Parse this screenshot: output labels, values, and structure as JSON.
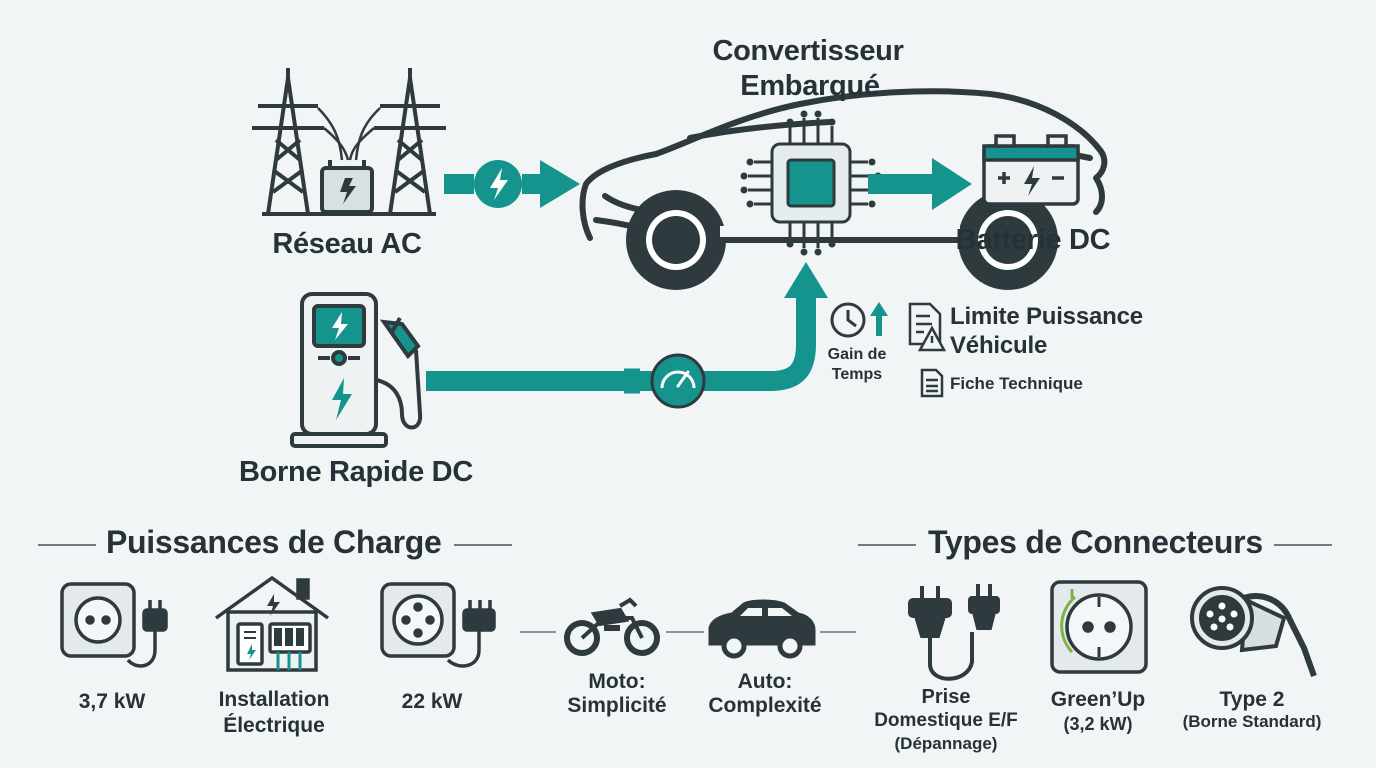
{
  "top": {
    "grid_label": "Réseau AC",
    "converter_label_line1": "Convertisseur",
    "converter_label_line2": "Embarqué",
    "battery_label": "Batterie DC",
    "dc_station_label": "Borne Rapide DC",
    "time_gain_line1": "Gain de",
    "time_gain_line2": "Temps",
    "power_limit_line1": "Limite Puissance",
    "power_limit_line2": "Véhicule",
    "datasheet_label": "Fiche Technique"
  },
  "power_section": {
    "title": "Puissances de Charge",
    "items": [
      {
        "line1": "3,7 kW",
        "line2": ""
      },
      {
        "line1": "Installation",
        "line2": "Électrique"
      },
      {
        "line1": "22 kW",
        "line2": ""
      }
    ]
  },
  "vehicles": {
    "moto_line1": "Moto:",
    "moto_line2": "Simplicité",
    "auto_line1": "Auto:",
    "auto_line2": "Complexité"
  },
  "connector_section": {
    "title": "Types de Connecteurs",
    "items": [
      {
        "line1": "Prise",
        "line2": "Domestique E/F",
        "line3": "(Dépannage)"
      },
      {
        "line1": "Green’Up",
        "line2": "(3,2 kW)",
        "line3": ""
      },
      {
        "line1": "Type 2",
        "line2": "(Borne Standard)",
        "line3": ""
      }
    ]
  },
  "colors": {
    "teal": "#14948c",
    "dark": "#263238",
    "outline": "#2f3a3f",
    "background": "#f1f5f6",
    "panel": "#e4eaec"
  }
}
